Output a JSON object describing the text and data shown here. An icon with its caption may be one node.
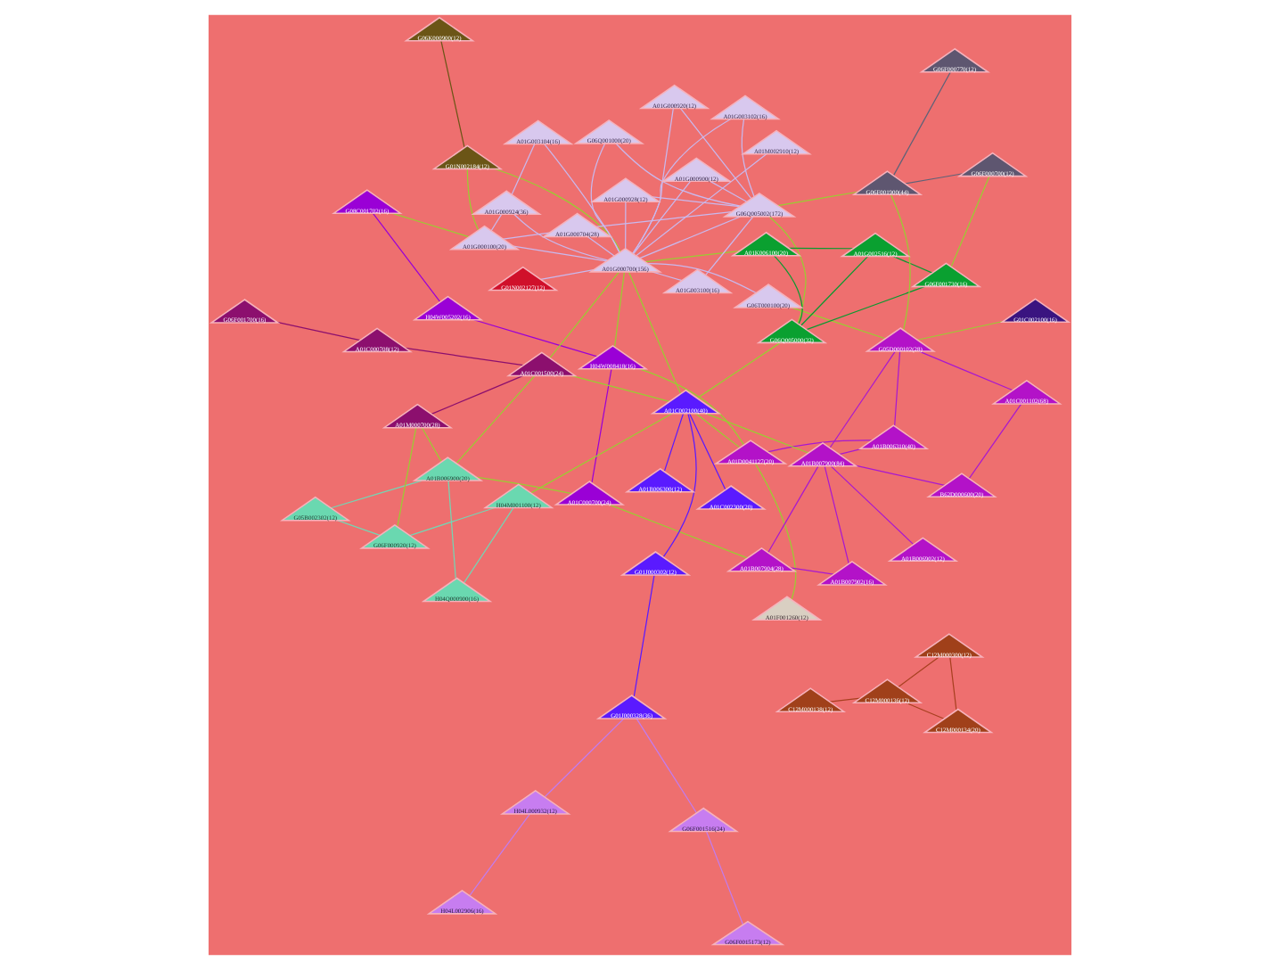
{
  "diagram": {
    "nodes": [
      {
        "text": [
          "G06K000900(12)"
        ]
      },
      {
        "text": [
          "G08C001702(16)"
        ]
      },
      {
        "text": [
          "H04W005202(16)"
        ]
      },
      {
        "text": [
          "A01F001260(12)"
        ]
      },
      {
        "text": [
          "G01N002184(12)"
        ]
      },
      {
        "text": [
          "A01G000100(20)"
        ]
      },
      {
        "text": [
          "H04W008418(16)"
        ]
      },
      {
        "text": [
          "G01N002127(12)"
        ]
      },
      {
        "text": [
          "G05B002302(12)"
        ]
      },
      {
        "text": [
          "A01C000700(24)"
        ]
      },
      {
        "text": [
          "A01D0041127(20)"
        ]
      },
      {
        "text": [
          "H04Q000900(16)"
        ]
      },
      {
        "text": [
          "A01G003100(16)"
        ]
      },
      {
        "text": [
          "A01G000924(36)"
        ]
      },
      {
        "text": [
          "A01G000920(12)"
        ]
      },
      {
        "text": [
          "A01B007904(28)"
        ]
      },
      {
        "text": [
          "A01B006900(20)"
        ]
      },
      {
        "text": [
          "G06F000920(12)"
        ]
      },
      {
        "text": [
          "A01G000704(28)"
        ]
      },
      {
        "text": [
          "A01M000700(28)"
        ]
      },
      {
        "text": [
          "A01C002300(20)"
        ]
      },
      {
        "text": [
          "A01G000928(12)"
        ]
      },
      {
        "text": [
          "A01G003102(16)"
        ]
      },
      {
        "text": [
          "A01G003104(16)"
        ]
      },
      {
        "text": [
          "A01G000700(156)"
        ]
      },
      {
        "text": [
          "A01B007902(16)"
        ]
      },
      {
        "text": [
          "A01B006310(40)"
        ]
      },
      {
        "text": [
          "H04M001100(12)"
        ]
      },
      {
        "text": [
          "G06F0015173(12)"
        ]
      },
      {
        "text": [
          "A01C001500(24)"
        ]
      },
      {
        "text": [
          "A01G000900(12)"
        ]
      },
      {
        "text": [
          "A01B007900(84)"
        ]
      },
      {
        "text": [
          "G06Q005002(172)"
        ]
      },
      {
        "text": [
          "G06Q001000(20)"
        ]
      },
      {
        "text": [
          "A01C002100(40)"
        ]
      },
      {
        "text": [
          "A01C001102(68)"
        ]
      },
      {
        "text": [
          "A01M002910(12)"
        ]
      },
      {
        "text": [
          "G06T000100(20)"
        ]
      },
      {
        "text": [
          "A01K006100(20)"
        ]
      },
      {
        "text": [
          "G06Q005000(32)"
        ]
      },
      {
        "text": [
          "A01C000708(12)"
        ]
      },
      {
        "text": [
          "A01B006902(12)"
        ]
      },
      {
        "text": [
          "C12M000138(12)"
        ]
      },
      {
        "text": [
          "G06F001700(16)"
        ]
      },
      {
        "text": [
          "B62D000600(20)"
        ]
      },
      {
        "text": [
          "G06F001516(24)"
        ]
      },
      {
        "text": [
          "A01B006300(12)"
        ]
      },
      {
        "text": [
          "G01J000302(12)"
        ]
      },
      {
        "text": [
          "C12M000136(12)"
        ]
      },
      {
        "text": [
          "C12M000134(20)"
        ]
      },
      {
        "text": [
          "A01G002516(12)"
        ]
      },
      {
        "text": [
          "G05D000102(28)"
        ]
      },
      {
        "text": [
          "G06F001900(44)"
        ]
      },
      {
        "text": [
          "G01J000328(36)"
        ]
      },
      {
        "text": [
          "C12M000300(12)"
        ]
      },
      {
        "text": [
          "G06F001730(16)"
        ]
      },
      {
        "text": [
          "G06F000700(12)"
        ]
      },
      {
        "text": [
          "G06F000770(12)"
        ]
      },
      {
        "text": [
          "H04L000932(12)"
        ]
      },
      {
        "text": [
          "G01C002100(16)"
        ]
      },
      {
        "text": [
          "H04L002906(16)"
        ]
      }
    ],
    "edges": [
      {
        "from": 0,
        "to": 4,
        "arrow": "none",
        "color": "#6b5516"
      },
      {
        "from": 4,
        "to": 5,
        "arrow": "none"
      },
      {
        "from": 4,
        "to": 24,
        "arrow": "none"
      },
      {
        "from": 1,
        "to": 5,
        "arrow": "none"
      },
      {
        "from": 1,
        "to": 2,
        "arrow": "none",
        "color": "#9a00d6"
      },
      {
        "from": 2,
        "to": 6,
        "arrow": "none",
        "color": "#9a00d6"
      },
      {
        "from": 6,
        "to": 9,
        "arrow": "none",
        "color": "#9a00d6"
      },
      {
        "from": 6,
        "to": 24,
        "arrow": "none"
      },
      {
        "from": 6,
        "to": 10,
        "arrow": "none"
      },
      {
        "from": 3,
        "to": 10,
        "arrow": "none"
      },
      {
        "from": 9,
        "to": 16,
        "arrow": "none"
      },
      {
        "from": 9,
        "to": 15,
        "arrow": "none"
      },
      {
        "from": 10,
        "to": 26,
        "arrow": "none",
        "color": "#a818d0"
      },
      {
        "from": 10,
        "to": 34,
        "arrow": "none"
      },
      {
        "from": 15,
        "to": 25,
        "arrow": "none",
        "color": "#a818d0"
      },
      {
        "from": 15,
        "to": 31,
        "arrow": "none",
        "color": "#a818d0"
      },
      {
        "from": 25,
        "to": 31,
        "arrow": "none",
        "color": "#a818d0"
      },
      {
        "from": 26,
        "to": 31,
        "arrow": "none",
        "color": "#a818d0"
      },
      {
        "from": 16,
        "to": 8,
        "arrow": "none",
        "color": "#74d6b4"
      },
      {
        "from": 16,
        "to": 11,
        "arrow": "none",
        "color": "#74d6b4"
      },
      {
        "from": 8,
        "to": 17,
        "arrow": "none",
        "color": "#74d6b4"
      },
      {
        "from": 11,
        "to": 27,
        "arrow": "none",
        "color": "#74d6b4"
      },
      {
        "from": 17,
        "to": 27,
        "arrow": "none",
        "color": "#74d6b4"
      },
      {
        "from": 17,
        "to": 19,
        "arrow": "none"
      },
      {
        "from": 16,
        "to": 19,
        "arrow": "none"
      },
      {
        "from": 16,
        "to": 29,
        "arrow": "none"
      },
      {
        "from": 19,
        "to": 29,
        "arrow": "none",
        "color": "#8c0f6e"
      },
      {
        "from": 20,
        "to": 34,
        "arrow": "none",
        "color": "#5a1aff"
      },
      {
        "from": 29,
        "to": 40,
        "arrow": "none",
        "color": "#8c0f6e"
      },
      {
        "from": 40,
        "to": 43,
        "arrow": "none",
        "color": "#8c0f6e"
      },
      {
        "from": 24,
        "to": 29,
        "arrow": "none"
      },
      {
        "from": 24,
        "to": 34,
        "arrow": "none"
      },
      {
        "from": 31,
        "to": 34,
        "arrow": "none"
      },
      {
        "from": 34,
        "to": 39,
        "arrow": "none"
      },
      {
        "from": 34,
        "to": 27,
        "arrow": "none"
      },
      {
        "from": 29,
        "to": 34,
        "arrow": "none"
      },
      {
        "from": 34,
        "to": 46,
        "arrow": "none",
        "color": "#5a1aff"
      },
      {
        "from": 34,
        "to": 47,
        "arrow": "none",
        "color": "#5a1aff"
      },
      {
        "from": 47,
        "to": 53,
        "arrow": "none",
        "color": "#5a1aff"
      },
      {
        "from": 28,
        "to": 45,
        "arrow": "none",
        "color": "#c27cf0"
      },
      {
        "from": 45,
        "to": 53,
        "arrow": "none",
        "color": "#c27cf0"
      },
      {
        "from": 53,
        "to": 58,
        "arrow": "none",
        "color": "#c27cf0"
      },
      {
        "from": 58,
        "to": 60,
        "arrow": "none",
        "color": "#c27cf0"
      },
      {
        "from": 5,
        "to": 24,
        "arrow": "none",
        "color": "#c9b9ee"
      },
      {
        "from": 5,
        "to": 18,
        "arrow": "none",
        "color": "#c9b9ee"
      },
      {
        "from": 5,
        "to": 13,
        "arrow": "none",
        "color": "#c9b9ee"
      },
      {
        "from": 7,
        "to": 24,
        "arrow": "none",
        "color": "#c9b9ee"
      },
      {
        "from": 24,
        "to": 12,
        "arrow": "none",
        "color": "#c9b9ee"
      },
      {
        "from": 24,
        "to": 13,
        "arrow": "none",
        "color": "#c9b9ee"
      },
      {
        "from": 24,
        "to": 14,
        "arrow": "none",
        "color": "#c9b9ee"
      },
      {
        "from": 24,
        "to": 18,
        "arrow": "none",
        "color": "#c9b9ee"
      },
      {
        "from": 24,
        "to": 21,
        "arrow": "none",
        "color": "#c9b9ee"
      },
      {
        "from": 24,
        "to": 22,
        "arrow": "none",
        "color": "#c9b9ee"
      },
      {
        "from": 24,
        "to": 23,
        "arrow": "none",
        "color": "#c9b9ee"
      },
      {
        "from": 24,
        "to": 30,
        "arrow": "none",
        "color": "#c9b9ee"
      },
      {
        "from": 24,
        "to": 32,
        "arrow": "none",
        "color": "#c9b9ee"
      },
      {
        "from": 24,
        "to": 33,
        "arrow": "none",
        "color": "#c9b9ee"
      },
      {
        "from": 24,
        "to": 37,
        "arrow": "none",
        "color": "#c9b9ee"
      },
      {
        "from": 24,
        "to": 36,
        "arrow": "none",
        "color": "#c9b9ee"
      },
      {
        "from": 32,
        "to": 12,
        "arrow": "none",
        "color": "#c9b9ee"
      },
      {
        "from": 32,
        "to": 14,
        "arrow": "none",
        "color": "#c9b9ee"
      },
      {
        "from": 32,
        "to": 21,
        "arrow": "none",
        "color": "#c9b9ee"
      },
      {
        "from": 32,
        "to": 22,
        "arrow": "none",
        "color": "#c9b9ee"
      },
      {
        "from": 32,
        "to": 30,
        "arrow": "none",
        "color": "#c9b9ee"
      },
      {
        "from": 32,
        "to": 33,
        "arrow": "none",
        "color": "#c9b9ee"
      },
      {
        "from": 32,
        "to": 18,
        "arrow": "none",
        "color": "#c9b9ee"
      },
      {
        "from": 13,
        "to": 23,
        "arrow": "none",
        "color": "#c9b9ee"
      },
      {
        "from": 32,
        "to": 52,
        "arrow": "none"
      },
      {
        "from": 37,
        "to": 51,
        "arrow": "none"
      },
      {
        "from": 51,
        "to": 52,
        "arrow": "none"
      },
      {
        "from": 51,
        "to": 59,
        "arrow": "none"
      },
      {
        "from": 56,
        "to": 55,
        "arrow": "none"
      },
      {
        "from": 24,
        "to": 38,
        "arrow": "none"
      },
      {
        "from": 32,
        "to": 39,
        "arrow": "none"
      },
      {
        "from": 26,
        "to": 51,
        "arrow": "none",
        "color": "#a818d0"
      },
      {
        "from": 31,
        "to": 51,
        "arrow": "none",
        "color": "#a818d0"
      },
      {
        "from": 35,
        "to": 51,
        "arrow": "none",
        "color": "#a818d0"
      },
      {
        "from": 31,
        "to": 41,
        "arrow": "none",
        "color": "#a818d0"
      },
      {
        "from": 31,
        "to": 44,
        "arrow": "none",
        "color": "#a818d0"
      },
      {
        "from": 35,
        "to": 44,
        "arrow": "none",
        "color": "#a818d0"
      },
      {
        "from": 38,
        "to": 50,
        "arrow": "none",
        "color": "#0a9a30"
      },
      {
        "from": 38,
        "to": 39,
        "arrow": "none",
        "color": "#0a9a30"
      },
      {
        "from": 39,
        "to": 50,
        "arrow": "none",
        "color": "#0a9a30"
      },
      {
        "from": 39,
        "to": 55,
        "arrow": "none",
        "color": "#0a9a30"
      },
      {
        "from": 50,
        "to": 55,
        "arrow": "none",
        "color": "#0a9a30"
      },
      {
        "from": 52,
        "to": 57,
        "arrow": "none",
        "color": "#5e6278"
      },
      {
        "from": 52,
        "to": 56,
        "arrow": "none",
        "color": "#5e6278"
      },
      {
        "from": 42,
        "to": 48,
        "arrow": "none",
        "color": "#a84020"
      },
      {
        "from": 48,
        "to": 49,
        "arrow": "none",
        "color": "#a84020"
      },
      {
        "from": 48,
        "to": 54,
        "arrow": "none",
        "color": "#a84020"
      },
      {
        "from": 54,
        "to": 49,
        "arrow": "none",
        "color": "#a84020"
      }
    ]
  }
}
